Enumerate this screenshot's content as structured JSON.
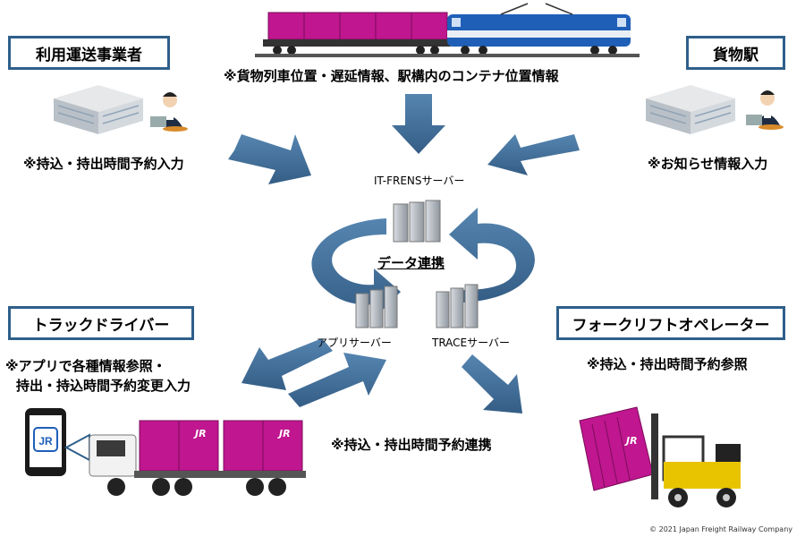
{
  "roles": {
    "shipper": "利用運送事業者",
    "station": "貨物駅",
    "driver": "トラックドライバー",
    "forklift": "フォークリフトオペレーター"
  },
  "notes": {
    "train": "※貨物列車位置・遅延情報、駅構内のコンテナ位置情報",
    "shipper": "※持込・持出時間予約入力",
    "station": "※お知らせ情報入力",
    "driver_line1": "※アプリで各種情報参照・",
    "driver_line2": "持出・持込時間予約変更入力",
    "forklift": "※持込・持出時間予約参照",
    "sync": "※持込・持出時間予約連携"
  },
  "servers": {
    "itfrens": "IT-FRENSサーバー",
    "app": "アプリサーバー",
    "trace": "TRACEサーバー"
  },
  "data_link": "データ連携",
  "logos": {
    "jr": "JR"
  },
  "copyright": "© 2021 Japan Freight Railway Company",
  "colors": {
    "arrow": "#3f6f9a",
    "box_border": "#2e5f8a",
    "container": "#c0168f",
    "locomotive": "#1f5fb8",
    "forklift": "#e8c400"
  }
}
